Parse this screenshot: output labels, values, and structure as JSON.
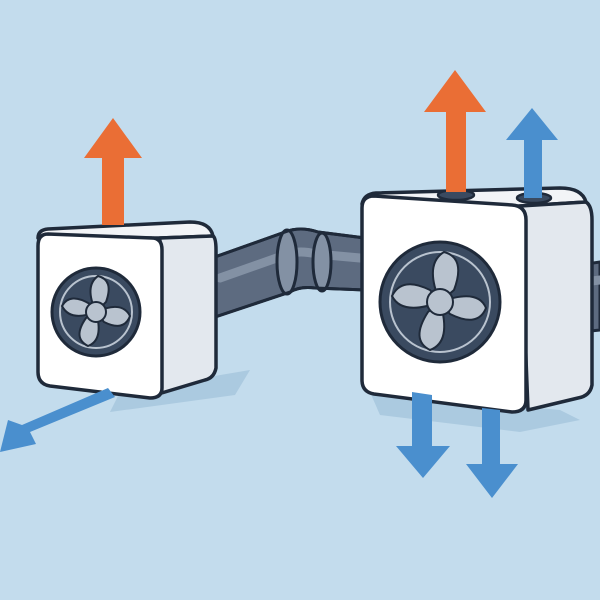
{
  "scene": {
    "description_visible_text": "",
    "colors": {
      "background": "#c3dced",
      "unit_body": "#ffffff",
      "unit_side": "#e3e8ee",
      "unit_top": "#f2f4f7",
      "outline": "#1f2a3a",
      "fan_dark": "#3a4a60",
      "fan_blade": "#b9c3cf",
      "pipe": "#5d6b80",
      "pipe_light": "#8391a4",
      "arrow_hot": "#ea6e35",
      "arrow_cold": "#4a8fce",
      "shadow": "#a9c8de"
    },
    "units": [
      {
        "name": "left-unit",
        "fan_icon": "fan-icon"
      },
      {
        "name": "right-unit",
        "fan_icon": "fan-icon"
      }
    ],
    "arrows": [
      {
        "name": "left-unit-exhaust-arrow",
        "kind": "hot",
        "direction": "up"
      },
      {
        "name": "left-unit-outflow-arrow",
        "kind": "cold",
        "direction": "down-left"
      },
      {
        "name": "right-unit-exhaust-arrow",
        "kind": "hot",
        "direction": "up"
      },
      {
        "name": "right-unit-intake-arrow",
        "kind": "cold",
        "direction": "up"
      },
      {
        "name": "right-unit-down-arrow-1",
        "kind": "cold",
        "direction": "down"
      },
      {
        "name": "right-unit-down-arrow-2",
        "kind": "cold",
        "direction": "down"
      }
    ]
  }
}
